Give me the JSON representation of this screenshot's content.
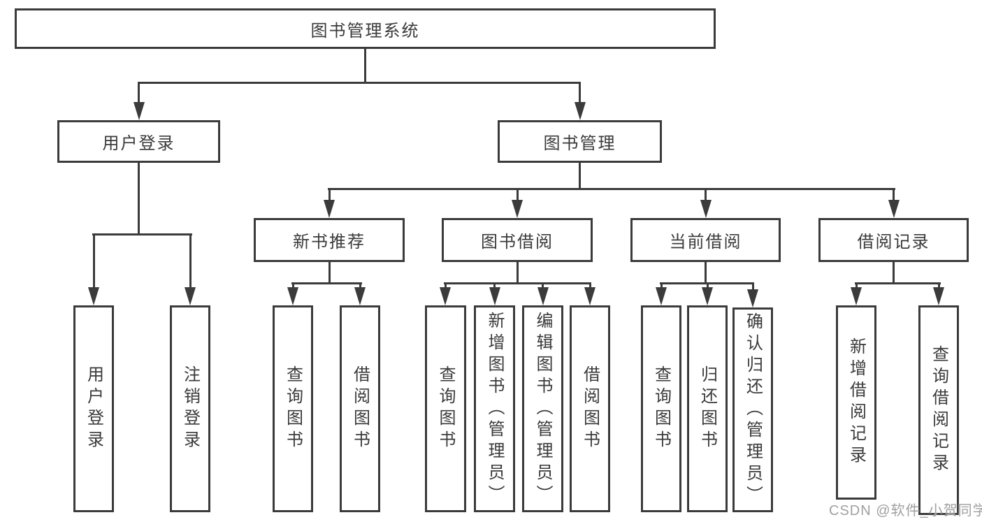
{
  "diagram_title": "图书管理系统",
  "colors": {
    "line": "#3b3b3b",
    "node_border": "#3b3b3b",
    "node_text": "#3a3a3a",
    "watermark": "#a0a0a0",
    "background": "#ffffff"
  },
  "tree": {
    "root": {
      "label": "图书管理系统"
    },
    "user_login": {
      "label": "用户登录",
      "children": {
        "login": {
          "label": "用户登录"
        },
        "logout": {
          "label": "注销登录"
        }
      }
    },
    "book_mgmt": {
      "label": "图书管理",
      "children": {
        "new_book_rec": {
          "label": "新书推荐",
          "children": {
            "query_book": {
              "label": "查询图书"
            },
            "borrow_book": {
              "label": "借阅图书"
            }
          }
        },
        "book_borrow": {
          "label": "图书借阅",
          "children": {
            "query_book": {
              "label": "查询图书"
            },
            "add_book": {
              "label": "新增图书（管理员）"
            },
            "edit_book": {
              "label": "编辑图书（管理员）"
            },
            "borrow_book": {
              "label": "借阅图书"
            }
          }
        },
        "current_borrow": {
          "label": "当前借阅",
          "children": {
            "query_book": {
              "label": "查询图书"
            },
            "return_book": {
              "label": "归还图书"
            },
            "confirm_return": {
              "label": "确认归还（管理员）"
            }
          }
        },
        "borrow_record": {
          "label": "借阅记录",
          "children": {
            "add_record": {
              "label": "新增借阅记录"
            },
            "query_record": {
              "label": "查询借阅记录"
            }
          }
        }
      }
    }
  },
  "watermark": {
    "text": "CSDN @软件_小贺同学"
  }
}
